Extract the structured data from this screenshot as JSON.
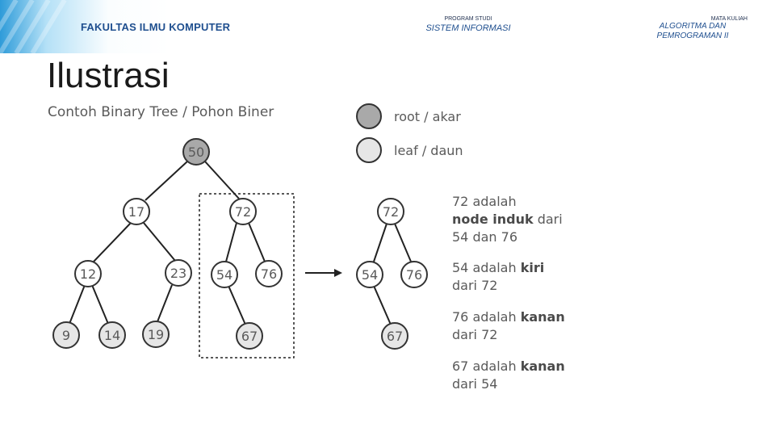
{
  "header": {
    "faculty": "FAKULTAS ILMU KOMPUTER",
    "program_label": "PROGRAM STUDI",
    "program_value": "SISTEM INFORMASI",
    "course_label": "MATA KULIAH",
    "course_value_line1": "ALGORITMA DAN",
    "course_value_line2": "PEMROGRAMAN II"
  },
  "title": "Ilustrasi",
  "diagram": {
    "caption": "Contoh Binary Tree / Pohon Biner",
    "legend": {
      "root": "root / akar",
      "leaf": "leaf / daun"
    },
    "tree_nodes": [
      "50",
      "17",
      "72",
      "12",
      "23",
      "54",
      "76",
      "9",
      "14",
      "19",
      "67"
    ],
    "subtree_nodes": [
      "72",
      "54",
      "76",
      "67"
    ],
    "explanations": [
      {
        "line1": "72 adalah",
        "line2_bold": "node induk",
        "line2_rest": " dari",
        "line3": "54 dan 76"
      },
      {
        "line1_pre": "54 adalah ",
        "line1_bold": "kiri",
        "line2": "dari 72"
      },
      {
        "line1_pre": "76 adalah ",
        "line1_bold": "kanan",
        "line2": "dari 72"
      },
      {
        "line1_pre": "67 adalah ",
        "line1_bold": "kanan",
        "line2": "dari 54"
      }
    ]
  }
}
